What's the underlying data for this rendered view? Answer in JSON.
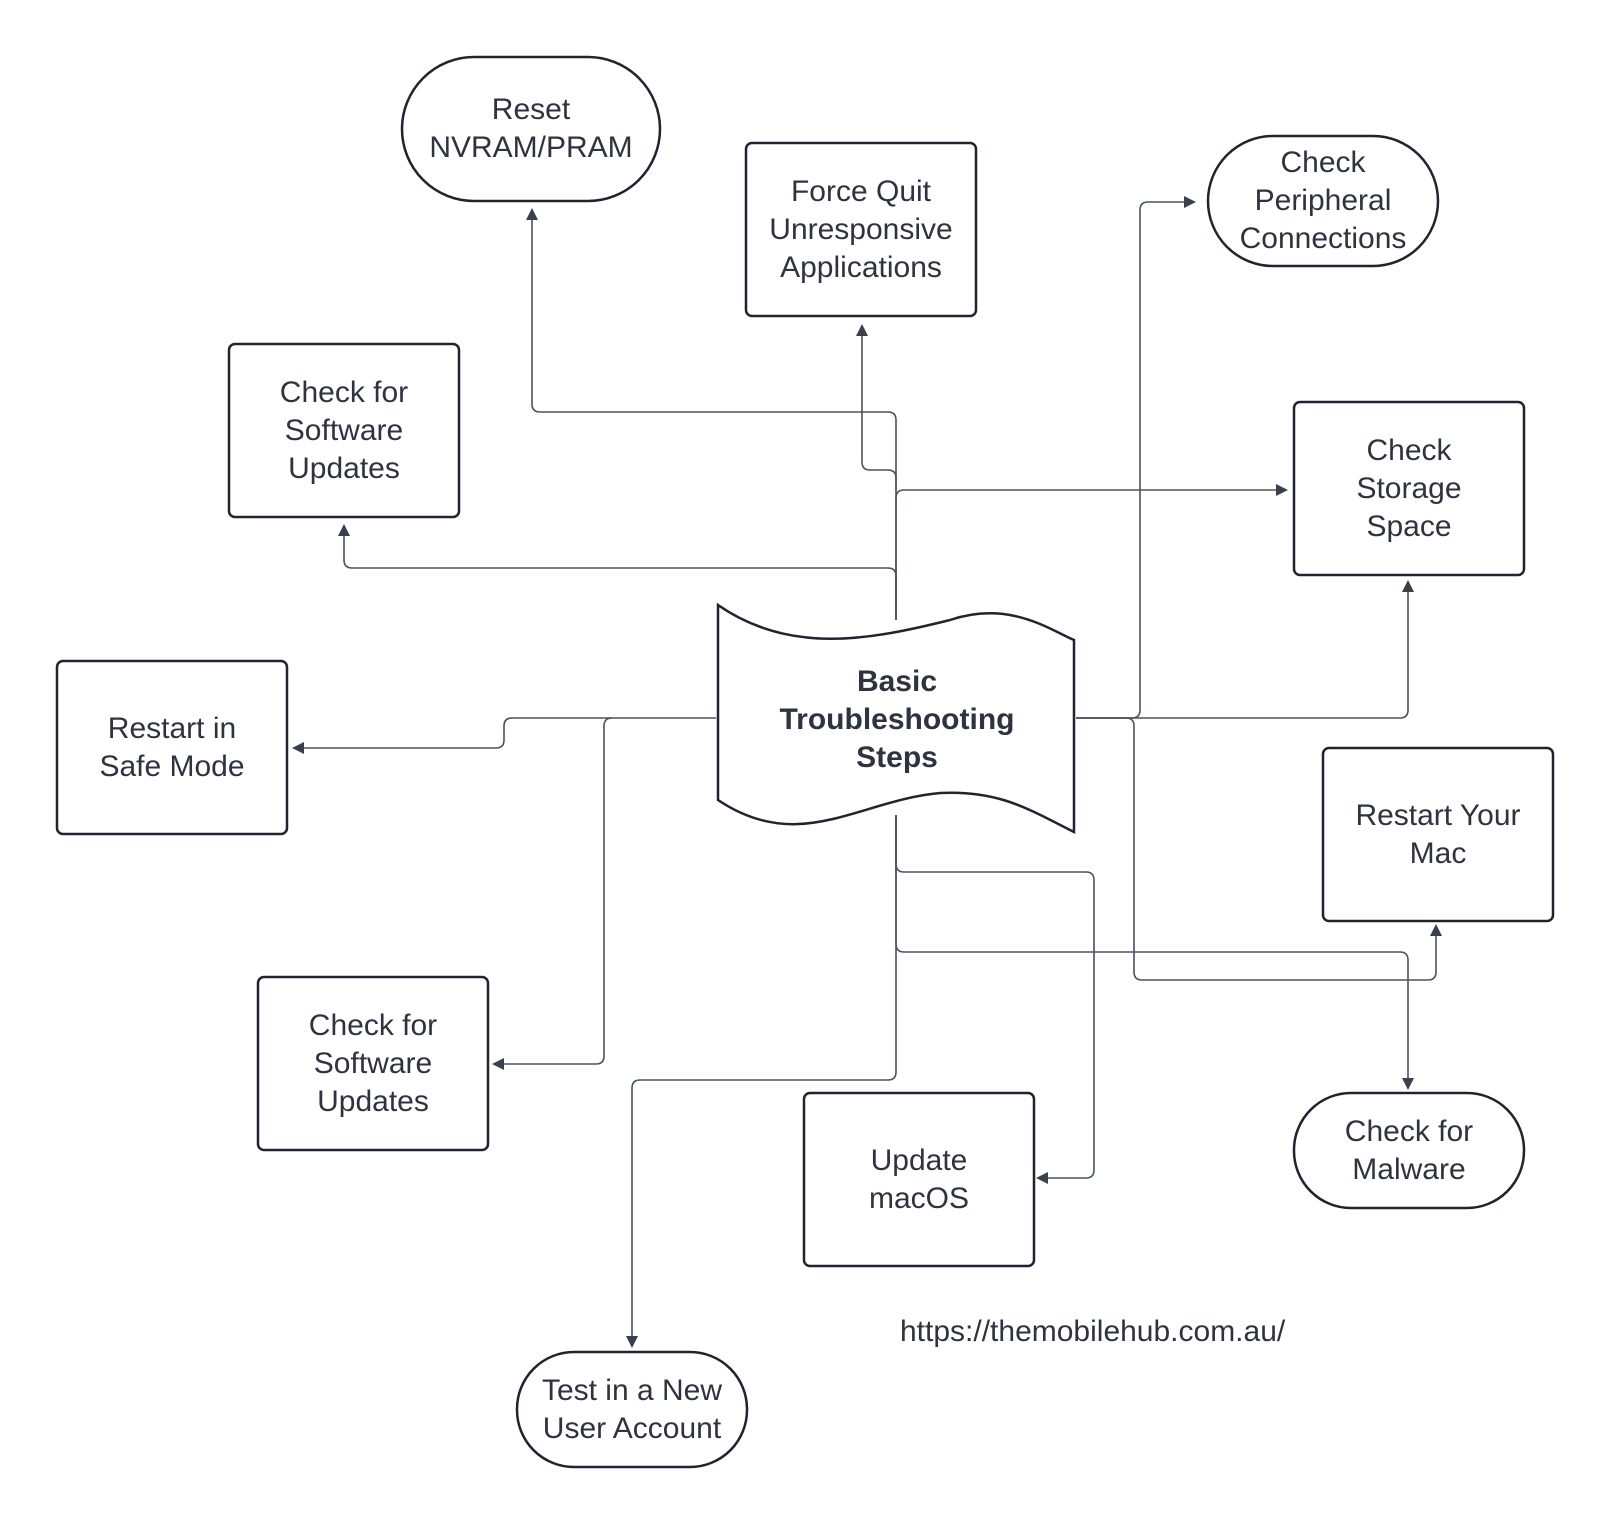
{
  "diagram": {
    "central": "Basic\nTroubleshooting\nSteps",
    "nodes": {
      "reset_nvram": "Reset\nNVRAM/PRAM",
      "force_quit": "Force Quit\nUnresponsive\nApplications",
      "check_peripheral": "Check\nPeripheral\nConnections",
      "check_updates_top": "Check for\nSoftware\nUpdates",
      "check_storage": "Check\nStorage\nSpace",
      "restart_safe_mode": "Restart in\nSafe Mode",
      "restart_mac": "Restart Your\nMac",
      "check_updates_bottom": "Check for\nSoftware\nUpdates",
      "update_macos": "Update\nmacOS",
      "check_malware": "Check for\nMalware",
      "test_new_user": "Test in a New\nUser Account"
    },
    "url": "https://themobilehub.com.au/"
  },
  "colors": {
    "stroke": "#1e2530",
    "connector": "#4a525e",
    "text": "#2d3440"
  }
}
